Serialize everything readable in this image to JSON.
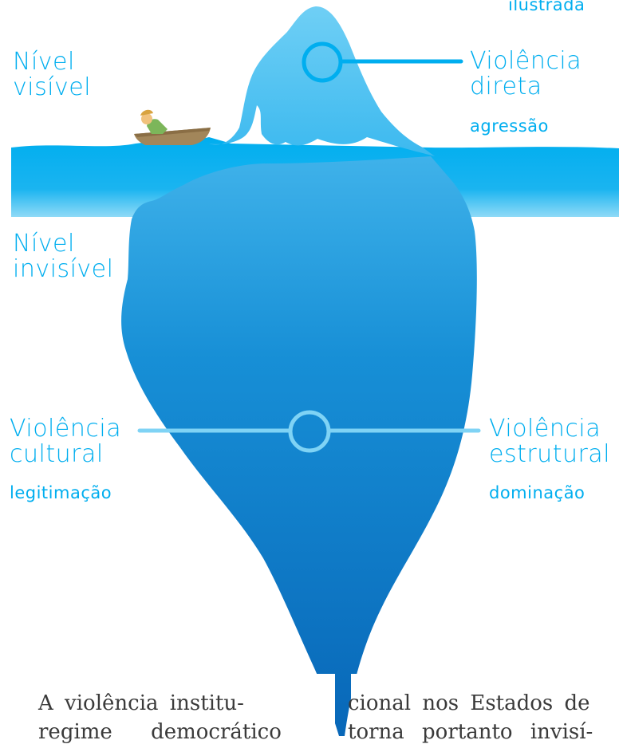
{
  "labels": {
    "top_cut": "ilustrada",
    "visible_level": [
      "Nível",
      "visível"
    ],
    "invisible_level": [
      "Nível",
      "invisível"
    ],
    "direct_violence": [
      "Violência",
      "direta"
    ],
    "direct_subtitle": "agressão",
    "cultural_violence": [
      "Violência",
      "cultural"
    ],
    "cultural_subtitle": "legitimação",
    "structural_violence": [
      "Violência",
      "estrutural"
    ],
    "structural_subtitle": "dominação"
  },
  "body_text": {
    "line1_left": "A violência institu-",
    "line1_right": "cional nos Estados de",
    "line2_left": "regime democrático",
    "line2_right": "torna portanto invisí-"
  },
  "colors": {
    "label": "#00aeef",
    "sea": "#00aeef",
    "iceberg_top": "#5cc6f2",
    "iceberg_bottom": "#0a74c0",
    "connector_dark": "#00aeef",
    "connector_light": "#7fd3f5"
  },
  "icons": [
    "boat-icon",
    "person-icon"
  ]
}
